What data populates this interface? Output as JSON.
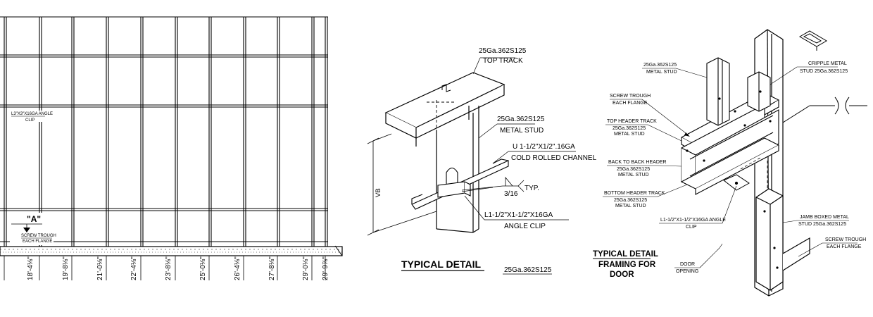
{
  "elevation": {
    "callout_angle_clip": [
      "L3\"X3\"X16GA ANGLE",
      "CLIP"
    ],
    "section_marker": "\"A\"",
    "callout_screw": [
      "SCREW TROUGH",
      "EACH FLANGE"
    ],
    "dimensions": [
      "18'-4⅛\"",
      "19'-8⅛\"",
      "21'-0⅛\"",
      "22'-4⅛\"",
      "23'-8⅛\"",
      "25'-0⅛\"",
      "26'-4⅛\"",
      "27'-8⅛\"",
      "29'-0⅛\"",
      "29'-9⅞\""
    ]
  },
  "detail1": {
    "top_track": [
      "25Ga.362S125",
      "TOP TRACK"
    ],
    "metal_stud": [
      "25Ga.362S125",
      "METAL STUD"
    ],
    "channel": [
      "U 1-1/2\"X1/2\".16GA",
      "COLD ROLLED CHANNEL"
    ],
    "weld": "3/16",
    "weld_typ": "TYP.",
    "angle_clip": [
      "L1-1/2\"X1-1/2\"X16GA",
      "ANGLE CLIP"
    ],
    "vertical_dim": "VB",
    "title": "TYPICAL DETAIL",
    "subtitle": "25Ga.362S125"
  },
  "detail2": {
    "metal_stud": [
      "25Ga.362S125",
      "METAL STUD"
    ],
    "cripple_stud": [
      "CRIPPLE METAL",
      "STUD 25Ga.362S125"
    ],
    "screw_trough": [
      "SCREW TROUGH",
      "EACH FLANGE"
    ],
    "top_header": [
      "TOP HEADER TRACK",
      "25Ga.362S125",
      "METAL STUD"
    ],
    "back_header": [
      "BACK TO BACK HEADER",
      "25Ga.362S125",
      "METAL STUD"
    ],
    "bottom_header": [
      "BOTTOM HEADER TRACK",
      "25Ga.362S125",
      "METAL STUD"
    ],
    "angle_clip": [
      "L1-1/2\"X1-1/2\"X16GA ANGLE",
      "CLIP"
    ],
    "jamb_stud": [
      "JAMB BOXED METAL",
      "STUD 25Ga.362S125"
    ],
    "screw_trough_2": [
      "SCREW TROUGH",
      "EACH FLANGE"
    ],
    "door_opening": [
      "DOOR",
      "OPENING"
    ],
    "title": [
      "TYPICAL DETAIL",
      "FRAMING FOR",
      "DOOR"
    ]
  }
}
